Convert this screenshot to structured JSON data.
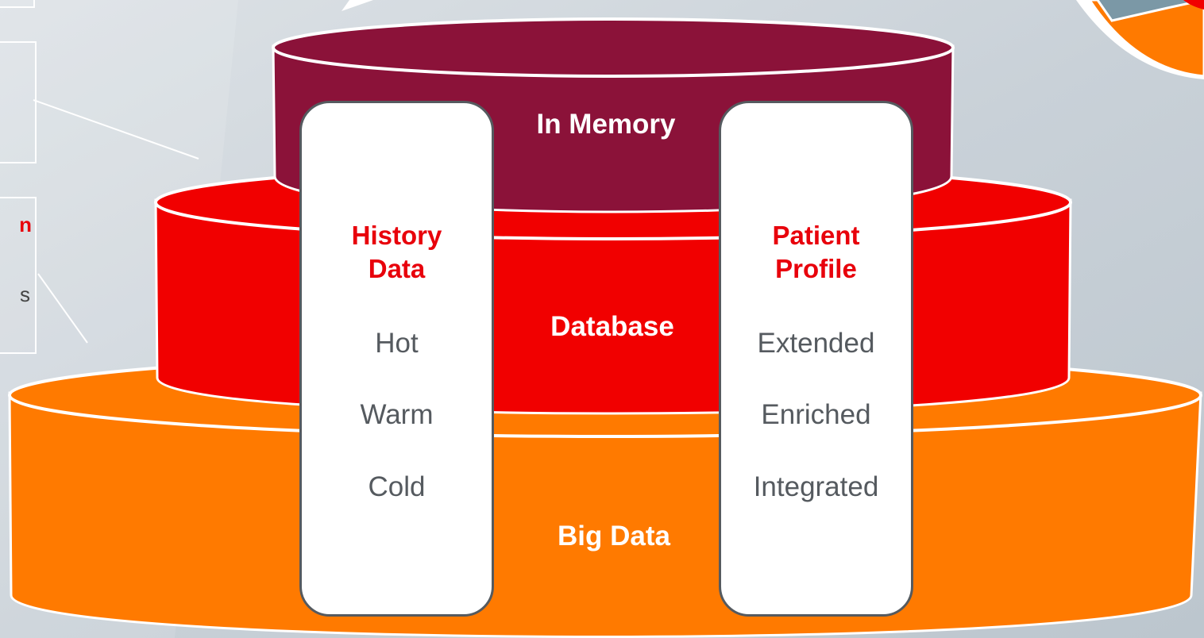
{
  "colors": {
    "background": "#cfd6dc",
    "in_memory": "#8b1239",
    "database": "#f10000",
    "big_data": "#ff7a00",
    "card_title": "#e8000b",
    "card_text": "#555a5f",
    "badge": "#ff7a00"
  },
  "layers": {
    "in_memory": "In Memory",
    "database": "Database",
    "big_data": "Big Data"
  },
  "history_card": {
    "title_line1": "History",
    "title_line2": "Data",
    "items": [
      "Hot",
      "Warm",
      "Cold"
    ]
  },
  "profile_card": {
    "title_line1": "Patient",
    "title_line2": "Profile",
    "items": [
      "Extended",
      "Enriched",
      "Integrated"
    ]
  },
  "side_fragments": {
    "box3_line1": "n",
    "box3_line2": "s"
  }
}
